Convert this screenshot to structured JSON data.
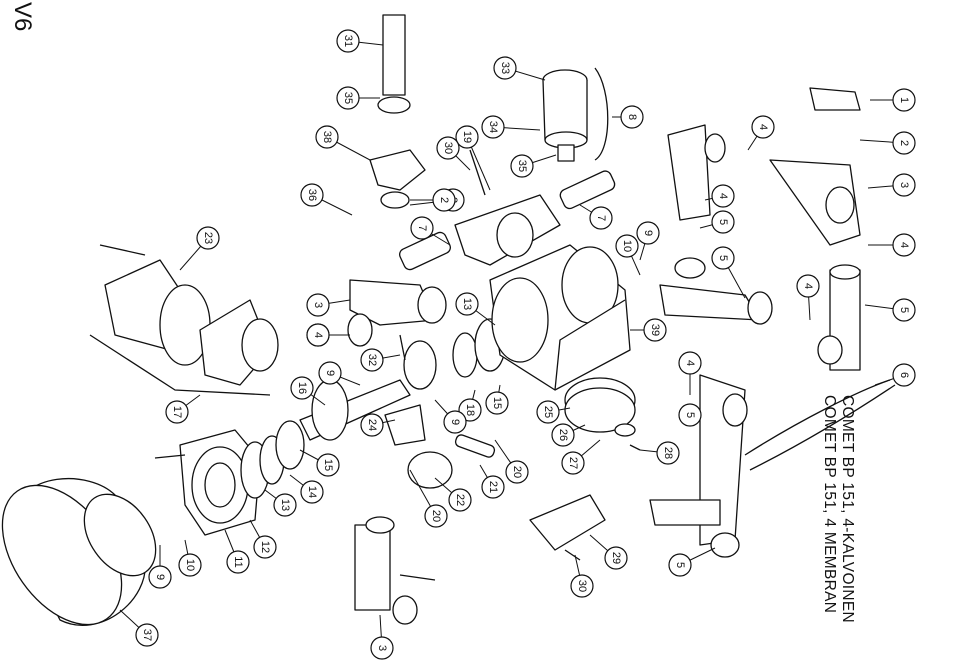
{
  "page_id": "V6",
  "title_lines": [
    "COMET BP 151, 4-KALVOINEN",
    "COMET BP 151, 4 MEMBRAN"
  ],
  "callouts": [
    "1",
    "2",
    "3",
    "4",
    "4",
    "5",
    "4",
    "5",
    "2",
    "3",
    "4",
    "5",
    "6",
    "4",
    "5",
    "8",
    "33",
    "34",
    "35",
    "31",
    "35",
    "19",
    "30",
    "38",
    "2",
    "36",
    "7",
    "7",
    "9",
    "10",
    "13",
    "39",
    "3",
    "4",
    "32",
    "23",
    "17",
    "9",
    "16",
    "18",
    "15",
    "9",
    "24",
    "25",
    "26",
    "27",
    "28",
    "20",
    "21",
    "22",
    "20",
    "15",
    "14",
    "13",
    "12",
    "11",
    "10",
    "9",
    "37",
    "3",
    "29",
    "30",
    "5"
  ]
}
